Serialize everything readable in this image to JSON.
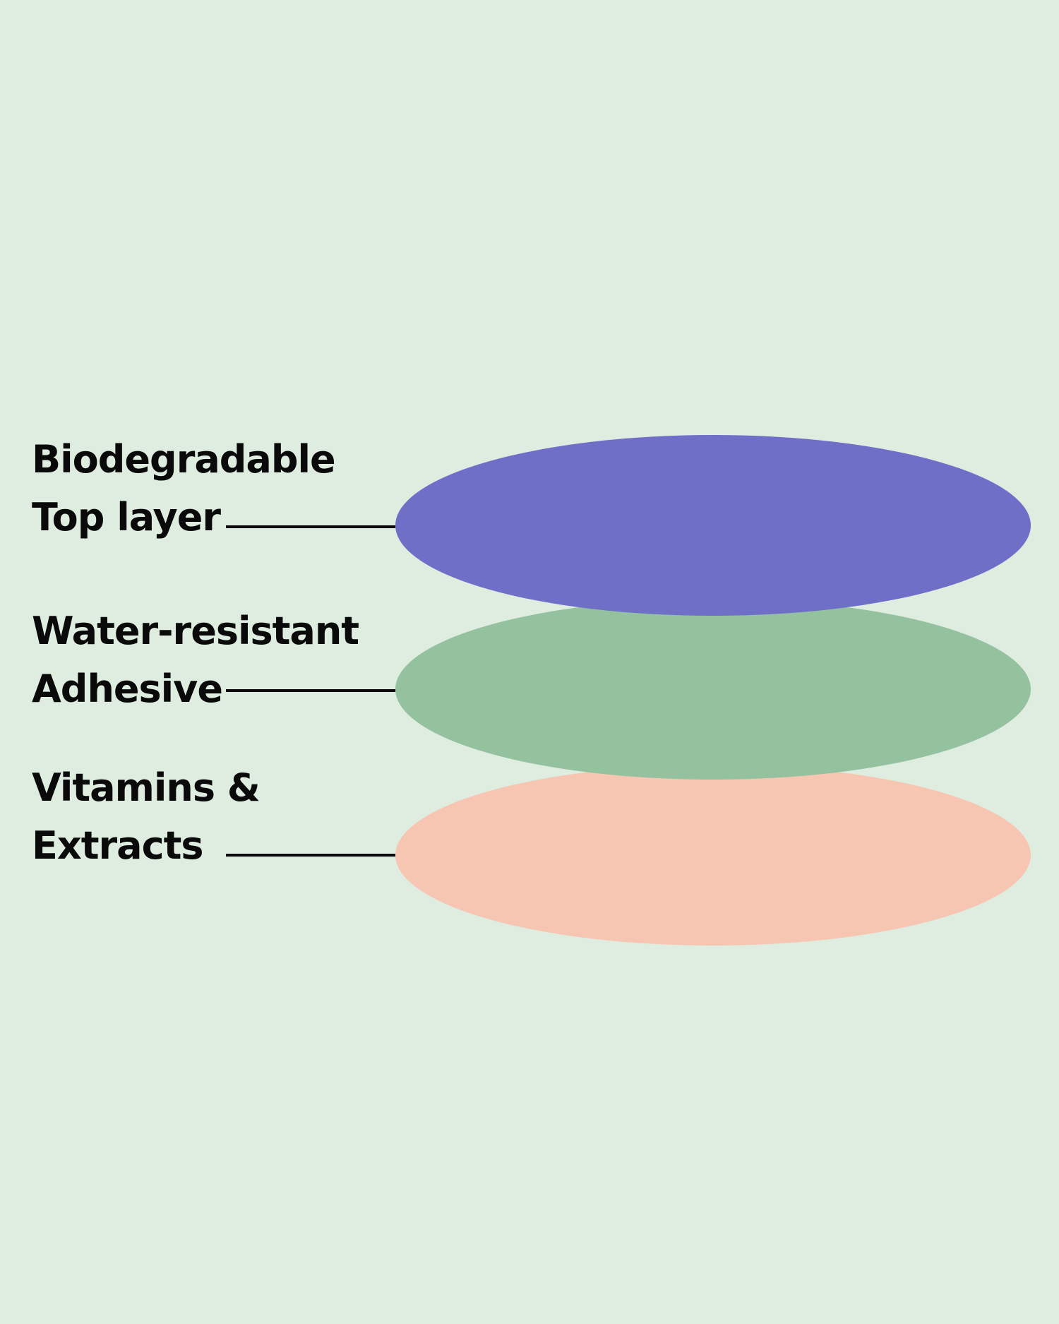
{
  "colors": {
    "background": "#deede0",
    "top_layer": "#6f6fc8",
    "middle_layer": "#94c29f",
    "bottom_layer": "#f6c6b2",
    "text": "#0a0a0a",
    "leader_line": "#0a0a0a"
  },
  "layers": [
    {
      "line1": "Biodegradable",
      "line2": "Top layer"
    },
    {
      "line1": "Water-resistant",
      "line2": "Adhesive"
    },
    {
      "line1": "Vitamins &",
      "line2": "Extracts"
    }
  ]
}
